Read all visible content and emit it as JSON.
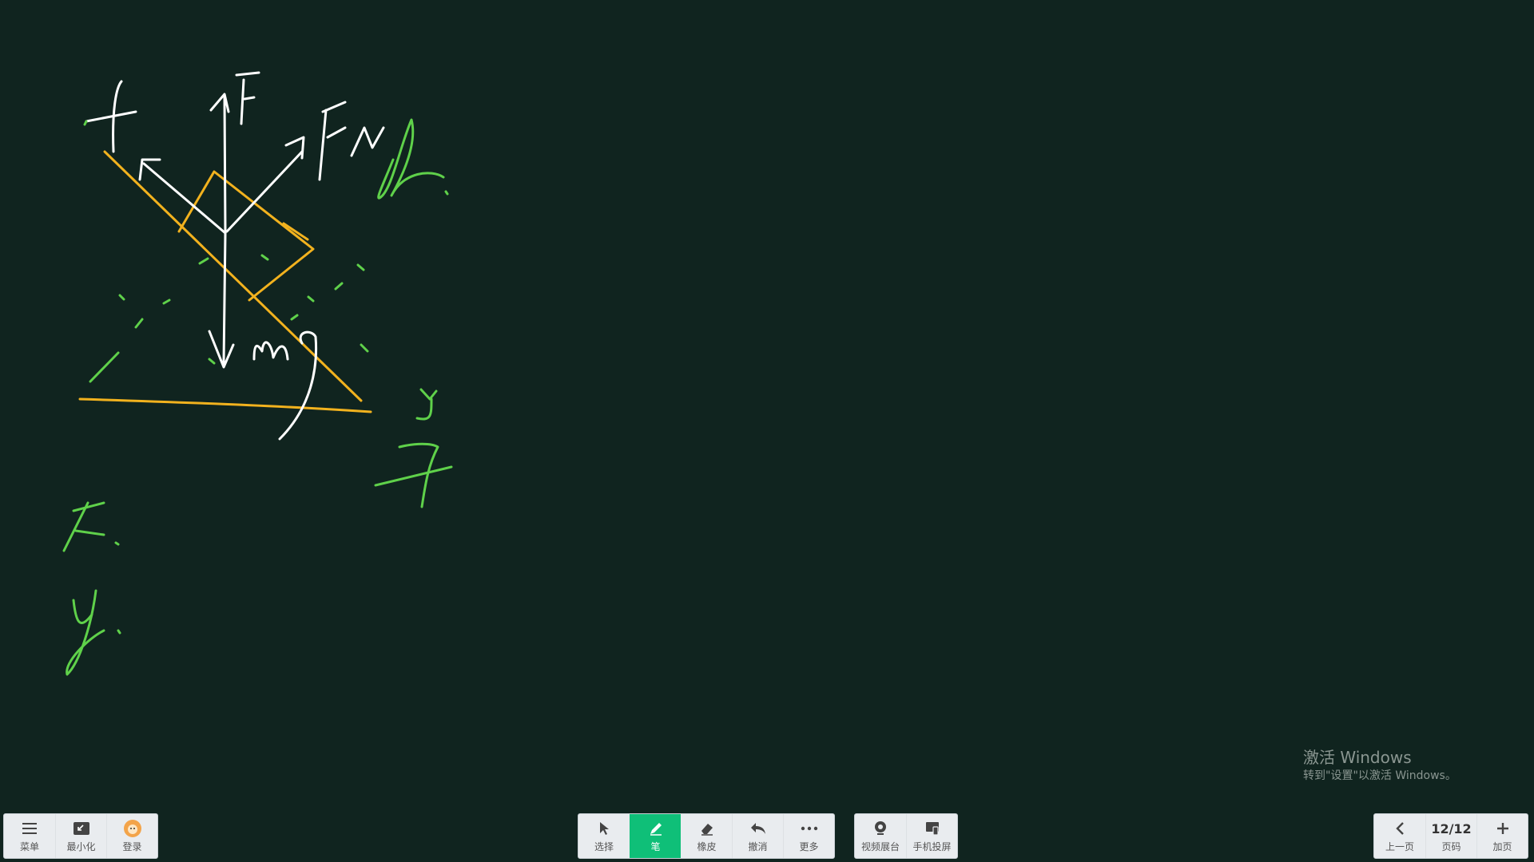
{
  "canvas": {
    "background": "#10241f",
    "ink_colors": {
      "white": "#ffffff",
      "yellow": "#f2b21e",
      "green": "#5fd14a"
    },
    "handwritten_labels": [
      "f",
      "F",
      "FN",
      "y",
      "mg",
      "x",
      "x:",
      "y:"
    ]
  },
  "left_toolbar": {
    "menu_label": "菜单",
    "minimize_label": "最小化",
    "login_label": "登录",
    "icons": [
      "menu-icon",
      "minimize-icon",
      "avatar-icon"
    ]
  },
  "center_toolbar": {
    "select_label": "选择",
    "pen_label": "笔",
    "eraser_label": "橡皮",
    "undo_label": "撤消",
    "more_label": "更多",
    "active_tool": "pen",
    "active_color": "#0fbf78"
  },
  "media_toolbar": {
    "camera_label": "视频展台",
    "phone_cast_label": "手机投屏"
  },
  "page_toolbar": {
    "prev_label": "上一页",
    "page_number": "12/12",
    "page_label": "页码",
    "add_label": "加页"
  },
  "watermark": {
    "line1": "激活 Windows",
    "line2": "转到\"设置\"以激活 Windows。"
  }
}
